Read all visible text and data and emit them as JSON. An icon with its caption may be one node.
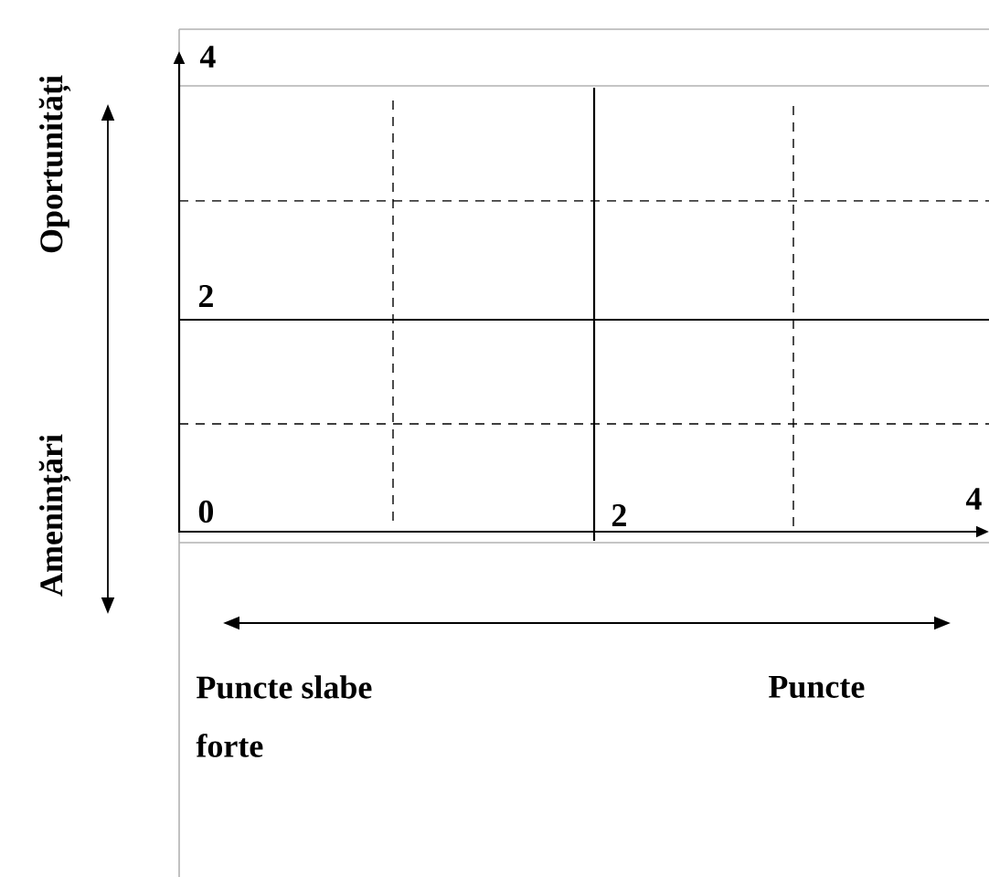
{
  "diagram": {
    "labels": [
      "Oportunități",
      "4",
      "2",
      "Amenințări",
      "0",
      "2",
      "4",
      "Puncte slabe",
      "Puncte",
      "forte"
    ]
  }
}
